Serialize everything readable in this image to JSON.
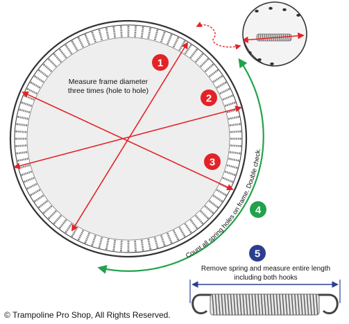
{
  "steps": [
    {
      "number": "1",
      "color": "#e32227"
    },
    {
      "number": "2",
      "color": "#e32227"
    },
    {
      "number": "3",
      "color": "#e32227"
    },
    {
      "number": "4",
      "color": "#22a24a"
    },
    {
      "number": "5",
      "color": "#2c3e8f"
    }
  ],
  "labels": {
    "measure_line1": "Measure frame diameter",
    "measure_line2": "three times (hole to hole)",
    "count_holes": "Count all spring holes on frame.  Double check.",
    "spring_line1": "Remove spring and measure entire length",
    "spring_line2": "including both hooks"
  },
  "copyright": "© Trampoline Pro Shop, All Rights Reserved.",
  "colors": {
    "measure_arrow": "#e32227",
    "count_arrow": "#22a24a",
    "spring_dimension": "#2c3e8f",
    "frame": "#333333",
    "mat": "#eeeeee"
  },
  "icons": [
    "spring-icon",
    "magnifier-detail-icon",
    "arrow-icon"
  ]
}
